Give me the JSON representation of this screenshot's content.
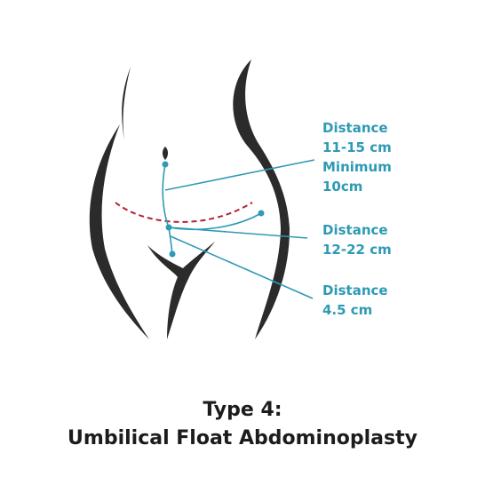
{
  "colors": {
    "body_outline": "#2b2b2b",
    "measure_line": "#2e9ab4",
    "incision": "#b22234",
    "label_text": "#2e9ab4",
    "title_text": "#1c1c1c",
    "background": "#ffffff"
  },
  "labels": {
    "distance1": {
      "line1": "Distance",
      "line2": "11-15 cm",
      "line3": "Minimum",
      "line4": "10cm"
    },
    "distance2": {
      "line1": "Distance",
      "line2": "12-22 cm"
    },
    "distance3": {
      "line1": "Distance",
      "line2": "4.5 cm"
    }
  },
  "title": {
    "line1": "Type 4:",
    "line2": "Umbilical Float Abdominoplasty"
  }
}
